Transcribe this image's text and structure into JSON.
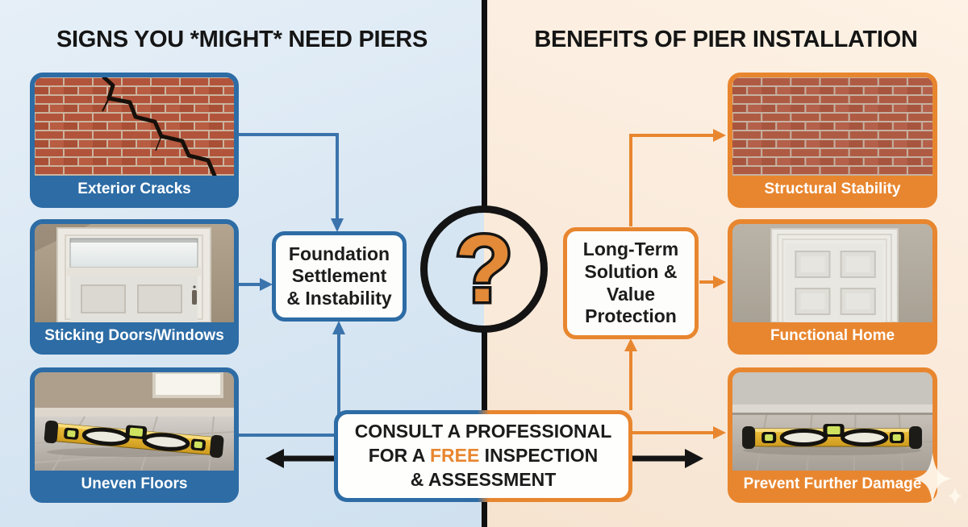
{
  "left_panel": {
    "title": "SIGNS YOU *MIGHT* NEED PIERS",
    "accent_color": "#2D6CA5",
    "background_color": "#D9E7F3",
    "cards": [
      {
        "label": "Exterior Cracks",
        "image": "cracked-brick-wall"
      },
      {
        "label": "Sticking Doors/Windows",
        "image": "door-with-transom-window"
      },
      {
        "label": "Uneven Floors",
        "image": "tilted-spirit-level-on-tile-floor"
      }
    ],
    "node_lines": [
      "Foundation",
      "Settlement",
      "& Instability"
    ]
  },
  "right_panel": {
    "title": "BENEFITS OF PIER INSTALLATION",
    "accent_color": "#E8862F",
    "background_color": "#FAEADB",
    "cards": [
      {
        "label": "Structural Stability",
        "image": "intact-brick-wall"
      },
      {
        "label": "Functional Home",
        "image": "white-paneled-door"
      },
      {
        "label": "Prevent Further Damage",
        "image": "level-spirit-level-on-floor"
      }
    ],
    "node_lines": [
      "Long-Term",
      "Solution &",
      "Value",
      "Protection"
    ]
  },
  "center": {
    "question_mark": "?"
  },
  "cta": {
    "line1": "CONSULT A PROFESSIONAL",
    "line2_prefix": "FOR A ",
    "line2_highlight": "FREE",
    "line2_suffix": " INSPECTION",
    "line3": "& ASSESSMENT",
    "highlight_color": "#E8862F"
  }
}
